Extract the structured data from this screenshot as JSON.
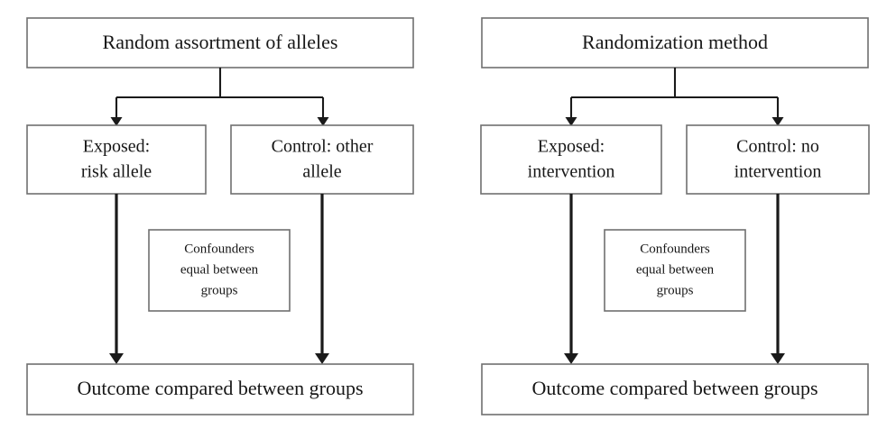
{
  "figure": {
    "type": "flowchart-comparison",
    "background_color": "#ffffff",
    "box_border_color": "#6f6f6f",
    "connector_color": "#1a1a1a",
    "text_color": "#171717"
  },
  "panels": [
    {
      "id": "mendelian-randomization",
      "root": {
        "label": "Random assortment of alleles"
      },
      "branches": [
        {
          "label_line1": "Exposed:",
          "label_line2": "risk allele"
        },
        {
          "label_line1": "Control: other",
          "label_line2": "allele"
        }
      ],
      "annotation": {
        "line1": "Confounders",
        "line2": "equal between",
        "line3": "groups"
      },
      "outcome": {
        "label": "Outcome compared between groups"
      }
    },
    {
      "id": "randomized-controlled-trial",
      "root": {
        "label": "Randomization method"
      },
      "branches": [
        {
          "label_line1": "Exposed:",
          "label_line2": "intervention"
        },
        {
          "label_line1": "Control: no",
          "label_line2": "intervention"
        }
      ],
      "annotation": {
        "line1": "Confounders",
        "line2": "equal between",
        "line3": "groups"
      },
      "outcome": {
        "label": "Outcome compared between groups"
      }
    }
  ]
}
